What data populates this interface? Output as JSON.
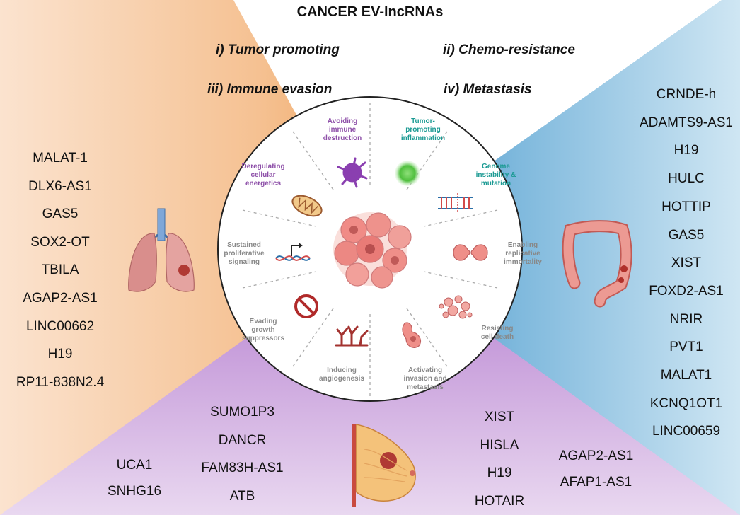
{
  "title": "CANCER EV-lncRNAs",
  "categories": [
    "i) Tumor promoting",
    "ii) Chemo-resistance",
    "iii) Immune evasion",
    "iv) Metastasis"
  ],
  "hallmarks": {
    "avoiding_immune_destruction": "Avoiding immune destruction",
    "tumor_promoting_inflammation": "Tumor-promoting inflammation",
    "deregulating_cellular_energetics": "Deregulating cellular energetics",
    "genome_instability": "Genome instability & mutation",
    "sustained_proliferative_signaling": "Sustained proliferative signaling",
    "enabling_replicative_immortality": "Enabling replicative immortality",
    "evading_growth_suppressors": "Evading growth suppressors",
    "resisting_cell_death": "Resisting cell death",
    "inducing_angiogenesis": "Inducing angiogenesis",
    "activating_invasion_metastasis": "Activating invasion and metastasis"
  },
  "lung_lncrnas": [
    "MALAT-1",
    "DLX6-AS1",
    "GAS5",
    "SOX2-OT",
    "TBILA",
    "AGAP2-AS1",
    "LINC00662",
    "H19",
    "RP11-838N2.4"
  ],
  "colon_lncrnas": [
    "CRNDE-h",
    "ADAMTS9-AS1",
    "H19",
    "HULC",
    "HOTTIP",
    "GAS5",
    "XIST",
    "FOXD2-AS1",
    "NRIR",
    "PVT1",
    "MALAT1",
    "KCNQ1OT1",
    "LINC00659"
  ],
  "breast_lncrnas": {
    "group_a": [
      "UCA1",
      "SNHG16"
    ],
    "group_b": [
      "SUMO1P3",
      "DANCR",
      "FAM83H-AS1",
      "ATB"
    ],
    "group_c": [
      "XIST",
      "HISLA",
      "H19",
      "HOTAIR"
    ],
    "group_d": [
      "AGAP2-AS1",
      "AFAP1-AS1"
    ]
  },
  "colors": {
    "lung_panel": "#f2b77e",
    "colon_panel": "#6fb0d8",
    "breast_panel": "#c79ad9",
    "hallmark_text": "#888888",
    "immune_text": "#8d4fa8",
    "teal_text": "#1b9a93"
  },
  "icons": [
    "lung-icon",
    "colon-icon",
    "breast-icon",
    "tumor-cell-cluster-icon",
    "dendritic-cell-icon",
    "inflammation-cell-icon",
    "mitochondria-icon",
    "dna-break-icon",
    "dna-promoter-icon",
    "dividing-cell-icon",
    "no-sign-icon",
    "apoptosis-icon",
    "blood-vessel-icon",
    "migrating-cell-icon"
  ]
}
